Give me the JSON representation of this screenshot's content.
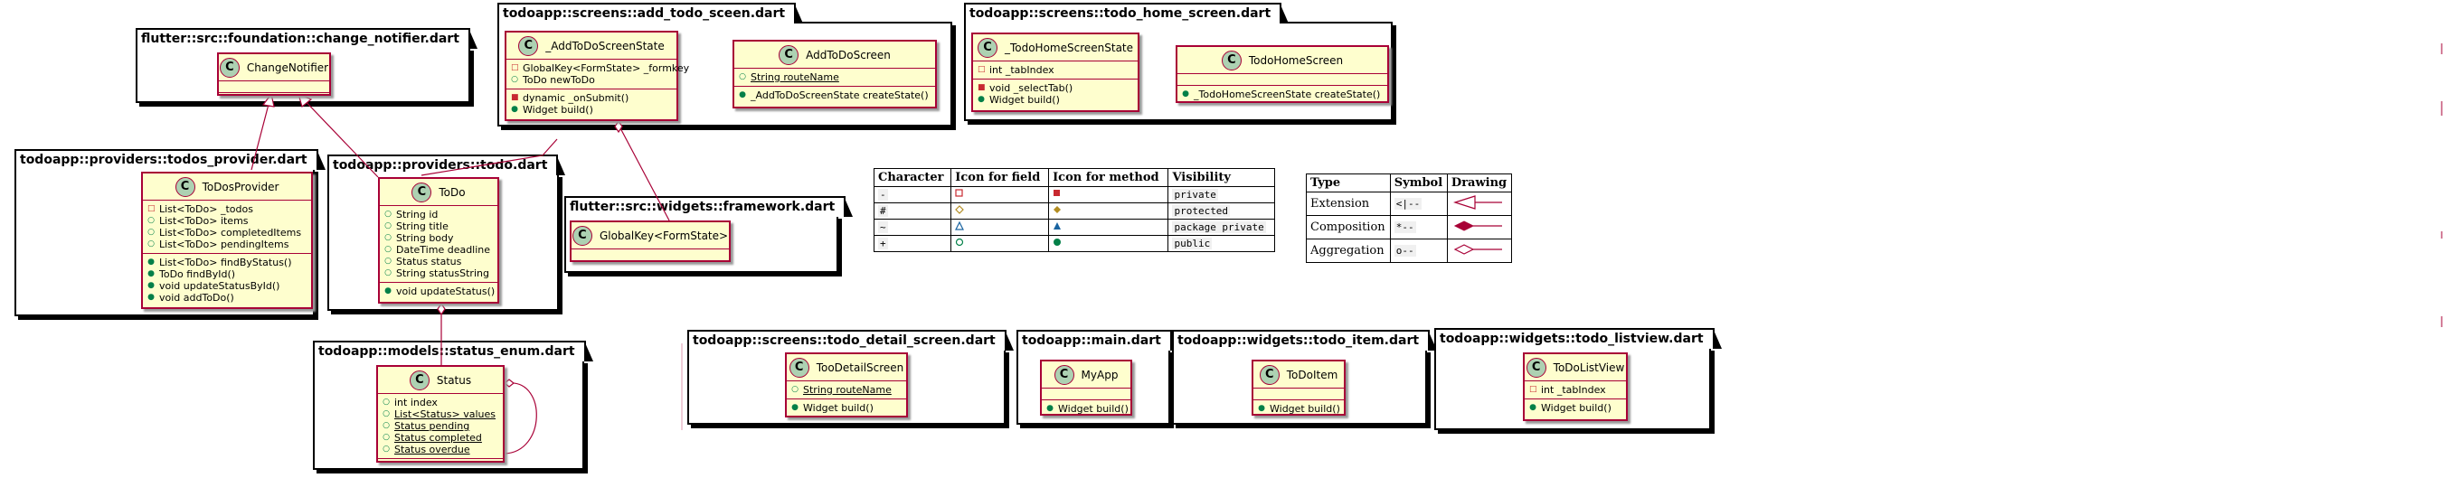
{
  "packages": {
    "change_notifier": "flutter::src::foundation::change_notifier.dart",
    "add_todo": "todoapp::screens::add_todo_sceen.dart",
    "todo_home": "todoapp::screens::todo_home_screen.dart",
    "todos_provider": "todoapp::providers::todos_provider.dart",
    "todo": "todoapp::providers::todo.dart",
    "framework": "flutter::src::widgets::framework.dart",
    "status_enum": "todoapp::models::status_enum.dart",
    "todo_detail": "todoapp::screens::todo_detail_screen.dart",
    "main": "todoapp::main.dart",
    "todo_item": "todoapp::widgets::todo_item.dart",
    "todo_listview": "todoapp::widgets::todo_listview.dart"
  },
  "classes": {
    "change_notifier": {
      "icon": "C",
      "name": "ChangeNotifier"
    },
    "add_todo_state": {
      "icon": "C",
      "name": "_AddToDoScreenState",
      "fields": [
        [
          "-",
          "GlobalKey<FormState> _formkey"
        ],
        [
          "+",
          "ToDo newToDo"
        ]
      ],
      "methods": [
        [
          "-",
          "dynamic _onSubmit()"
        ],
        [
          "+",
          "Widget build()"
        ]
      ]
    },
    "add_todo_screen": {
      "icon": "C",
      "name": "AddToDoScreen",
      "fields": [
        [
          "+",
          "String routeName"
        ]
      ],
      "methods": [
        [
          "+",
          "_AddToDoScreenState createState()"
        ]
      ]
    },
    "todo_home_state": {
      "icon": "C",
      "name": "_TodoHomeScreenState",
      "fields": [
        [
          "-",
          "int _tabIndex"
        ]
      ],
      "methods": [
        [
          "-",
          "void _selectTab()"
        ],
        [
          "+",
          "Widget build()"
        ]
      ]
    },
    "todo_home_screen": {
      "icon": "C",
      "name": "TodoHomeScreen",
      "fields": [],
      "methods": [
        [
          "+",
          "_TodoHomeScreenState createState()"
        ]
      ]
    },
    "todos_provider": {
      "icon": "C",
      "name": "ToDosProvider",
      "fields": [
        [
          "-",
          "List<ToDo> _todos"
        ],
        [
          "+",
          "List<ToDo> items"
        ],
        [
          "+",
          "List<ToDo> completedItems"
        ],
        [
          "+",
          "List<ToDo> pendingItems"
        ]
      ],
      "methods": [
        [
          "+",
          "List<ToDo> findByStatus()"
        ],
        [
          "+",
          "ToDo findById()"
        ],
        [
          "+",
          "void updateStatusById()"
        ],
        [
          "+",
          "void addToDo()"
        ]
      ]
    },
    "todo": {
      "icon": "C",
      "name": "ToDo",
      "fields": [
        [
          "+",
          "String id"
        ],
        [
          "+",
          "String title"
        ],
        [
          "+",
          "String body"
        ],
        [
          "+",
          "DateTime deadline"
        ],
        [
          "+",
          "Status status"
        ],
        [
          "+",
          "String statusString"
        ]
      ],
      "methods": [
        [
          "+",
          "void updateStatus()"
        ]
      ]
    },
    "global_key": {
      "icon": "C",
      "name": "GlobalKey<FormState>"
    },
    "status": {
      "icon": "C",
      "name": "Status",
      "fields": [
        [
          "+",
          "int index"
        ],
        [
          "+",
          "List<Status> values"
        ],
        [
          "+",
          "Status pending"
        ],
        [
          "+",
          "Status completed"
        ],
        [
          "+",
          "Status overdue"
        ]
      ]
    },
    "todo_detail": {
      "icon": "C",
      "name": "TooDetailScreen",
      "fields": [
        [
          "+",
          "String routeName"
        ]
      ],
      "methods": [
        [
          "+",
          "Widget build()"
        ]
      ]
    },
    "my_app": {
      "icon": "C",
      "name": "MyApp",
      "fields": [],
      "methods": [
        [
          "+",
          "Widget build()"
        ]
      ]
    },
    "todo_item": {
      "icon": "C",
      "name": "ToDoItem",
      "fields": [],
      "methods": [
        [
          "+",
          "Widget build()"
        ]
      ]
    },
    "todo_listview": {
      "icon": "C",
      "name": "ToDoListView",
      "fields": [
        [
          "-",
          "int _tabIndex"
        ]
      ],
      "methods": [
        [
          "+",
          "Widget build()"
        ]
      ]
    }
  },
  "visibility_legend": {
    "headers": [
      "Character",
      "Icon for field",
      "Icon for method",
      "Visibility"
    ],
    "rows": [
      {
        "char": "-",
        "visibility": "private"
      },
      {
        "char": "#",
        "visibility": "protected"
      },
      {
        "char": "~",
        "visibility": "package private"
      },
      {
        "char": "+",
        "visibility": "public"
      }
    ]
  },
  "relation_legend": {
    "headers": [
      "Type",
      "Symbol",
      "Drawing"
    ],
    "rows": [
      {
        "type": "Extension",
        "symbol": "<|--"
      },
      {
        "type": "Composition",
        "symbol": "*--"
      },
      {
        "type": "Aggregation",
        "symbol": "o--"
      }
    ]
  },
  "colors": {
    "class_fill": "#fefece",
    "class_border": "#a80036",
    "circle_fill": "#add1b2",
    "public": "#038048",
    "private": "#c82930",
    "protected": "#b38d22",
    "package": "#1963a0"
  }
}
